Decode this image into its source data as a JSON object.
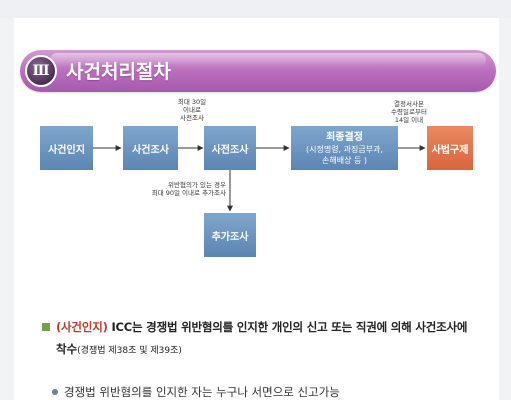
{
  "section": {
    "numeral": "Ⅲ",
    "title": "사건처리절차"
  },
  "flow": {
    "boxes": {
      "b1": "사건인지",
      "b2": "사건조사",
      "b3": "사전조사",
      "b4_title": "최종결정",
      "b4_sub1": "(시정명령, 과징금부과,",
      "b4_sub2": "손해배상 등 )",
      "b5": "사법구제",
      "b6": "추가조사"
    },
    "notes": {
      "n1_line1": "최대 30일",
      "n1_line2": "이내로",
      "n1_line3": "사전조사",
      "n2_line1": "결정서사본",
      "n2_line2": "수령일로부터",
      "n2_line3": "14일 이내",
      "n3_line1": "위반혐의가 있는 경우",
      "n3_line2": "최대 90일 이내로 추가조사"
    },
    "colors": {
      "box": "#5c85b3",
      "final_box": "#d8643f",
      "arrow": "#333333"
    }
  },
  "body": {
    "p1_accent": "(사건인지)",
    "p1_text": " ICC는 경쟁법 위반혐의를 인지한 개인의 신고 또는 직권에 의해 사건조사에",
    "p2_strong": "착수",
    "p2_ref": "(경쟁법 제38조 및 제39조)",
    "p3_text": "경쟁법 위반혐의를 인지한 자는 누구나 서면으로 신고가능"
  }
}
